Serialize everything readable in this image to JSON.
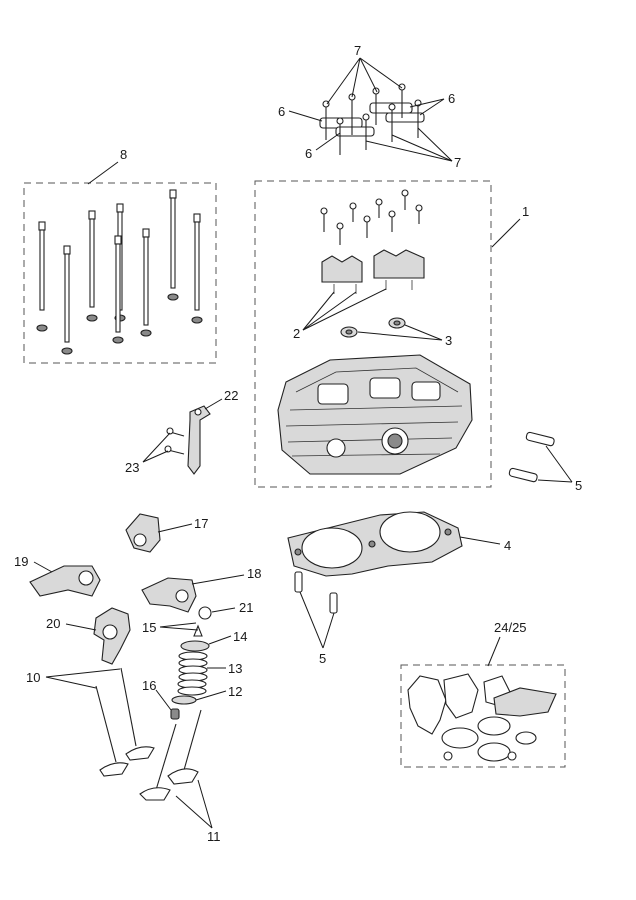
{
  "labels": {
    "l1": "1",
    "l2": "2",
    "l3": "3",
    "l4": "4",
    "l5a": "5",
    "l5b": "5",
    "l6a": "6",
    "l6b": "6",
    "l6c": "6",
    "l7a": "7",
    "l7b": "7",
    "l8": "8",
    "l10": "10",
    "l11": "11",
    "l12": "12",
    "l13": "13",
    "l14": "14",
    "l15": "15",
    "l16": "16",
    "l17": "17",
    "l18": "18",
    "l19": "19",
    "l20": "20",
    "l21": "21",
    "l22": "22",
    "l23": "23",
    "l2425": "24/25"
  }
}
